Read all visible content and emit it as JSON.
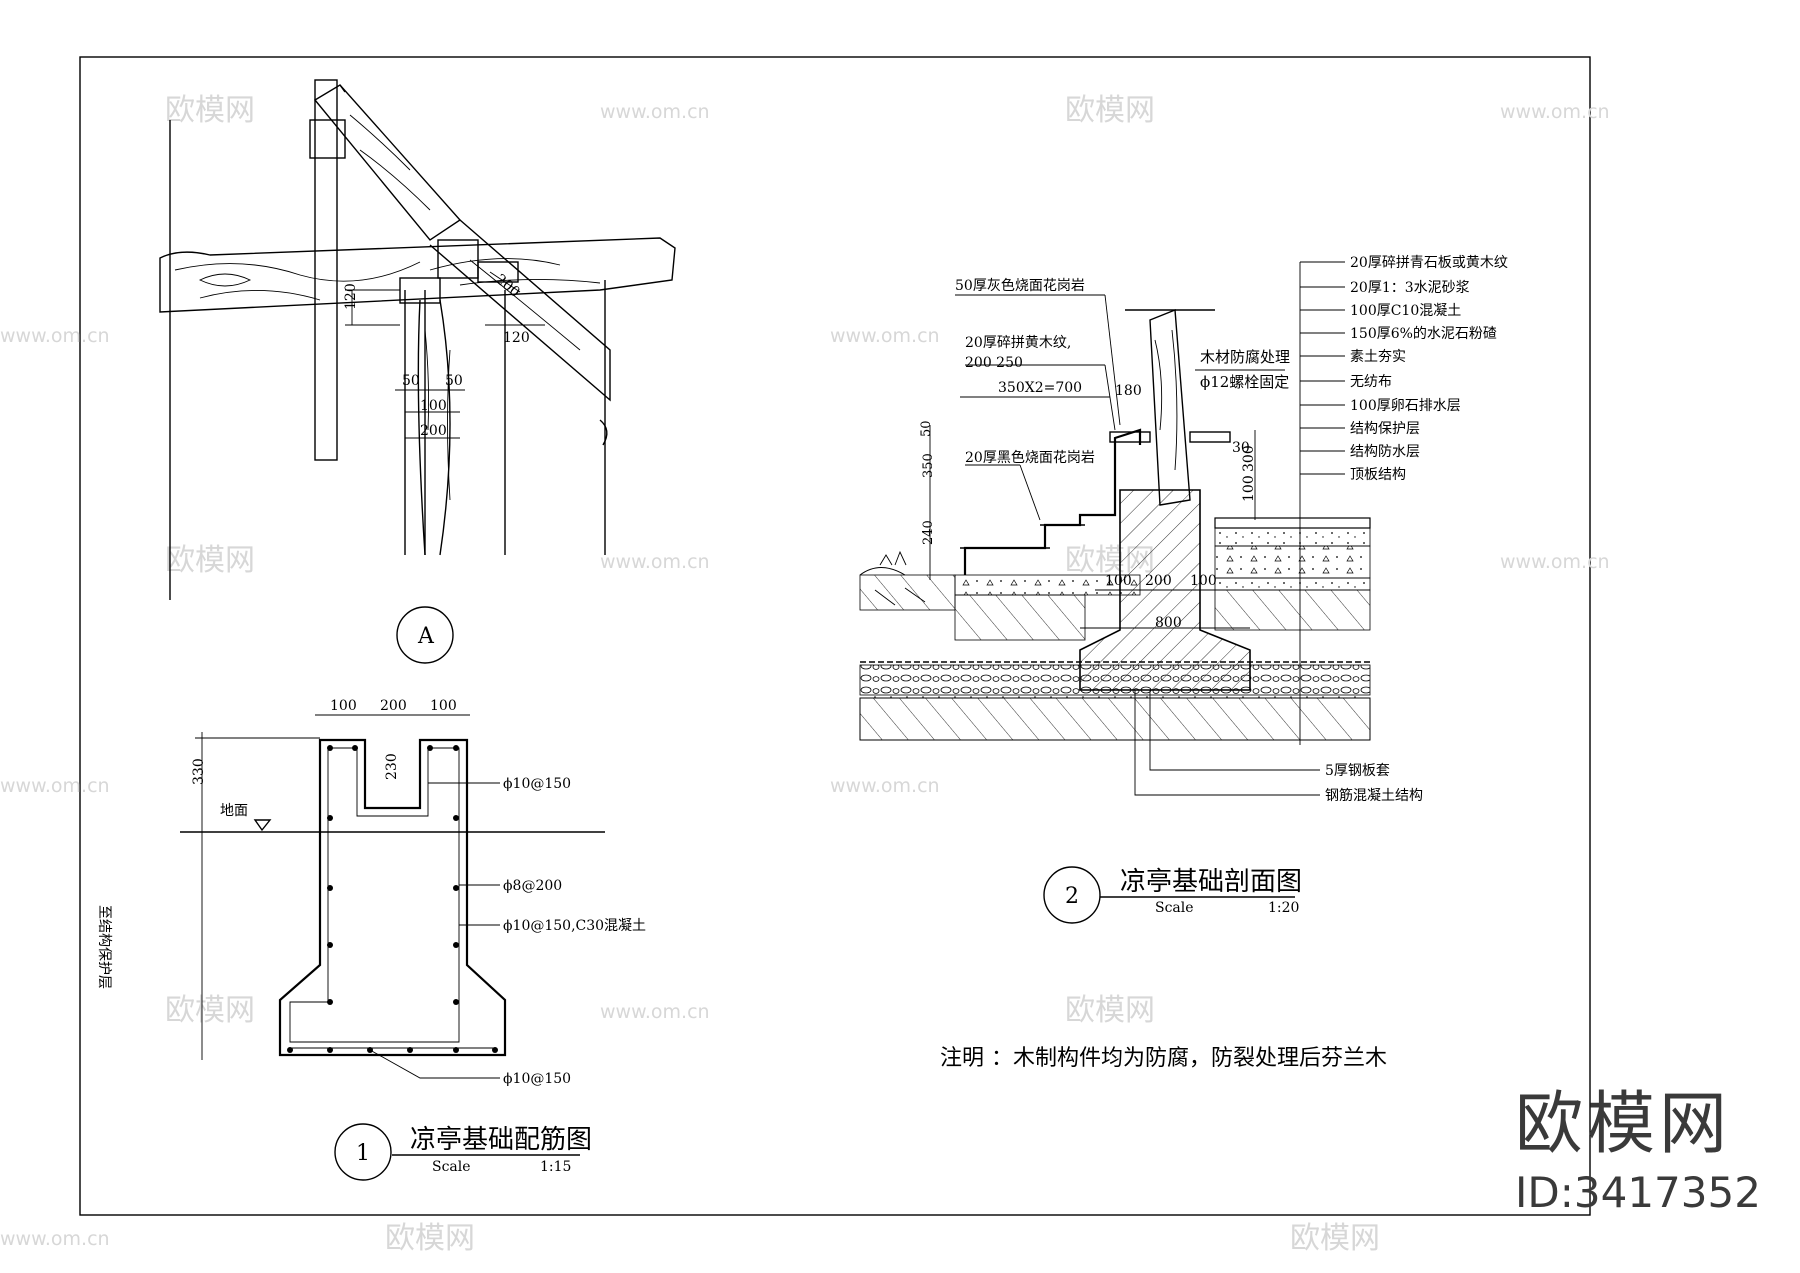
{
  "watermark": {
    "brand": "欧模网",
    "url": "www.om.cn",
    "id": "ID:3417352"
  },
  "detailA": {
    "label": "A",
    "dims": {
      "d120a": "120",
      "d200": "200",
      "d120b": "120",
      "d50a": "50",
      "d50b": "50",
      "d100": "100",
      "d200b": "200"
    }
  },
  "drawing1": {
    "number": "1",
    "title": "凉亭基础配筋图",
    "scale_label": "Scale",
    "scale": "1:15",
    "dims": {
      "top100a": "100",
      "top200": "200",
      "top100b": "100",
      "h330": "330",
      "h230": "230"
    },
    "ground": "地面",
    "side_note": "至结构保护层",
    "rebar": [
      "ϕ10@150",
      "ϕ8@200",
      "ϕ10@150,C30混凝土",
      "ϕ10@150"
    ]
  },
  "drawing2": {
    "number": "2",
    "title": "凉亭基础剖面图",
    "scale_label": "Scale",
    "scale": "1:20",
    "layers": [
      "20厚碎拼青石板或黄木纹",
      "20厚1：3水泥砂浆",
      "100厚C10混凝土",
      "150厚6%的水泥石粉碴",
      "素土夯实",
      "无纺布",
      "100厚卵石排水层",
      "结构保护层",
      "结构防水层",
      "顶板结构"
    ],
    "left_labels": {
      "granite_gray": "50厚灰色烧面花岗岩",
      "yellow_stone": "20厚碎拼黄木纹,",
      "yellow_stone_size": "200 250",
      "step_size": "350X2=700",
      "granite_black": "20厚黑色烧面花岗岩"
    },
    "wood_labels": {
      "treat": "木材防腐处理",
      "bolt": "ϕ12螺栓固定"
    },
    "dims": {
      "d180": "180",
      "d50": "50",
      "d350": "350",
      "d240": "240",
      "d30": "30",
      "d300": "300",
      "d100v": "100",
      "b100a": "100",
      "b200": "200",
      "b100b": "100",
      "b800": "800"
    },
    "bottom_labels": [
      "5厚钢板套",
      "钢筋混凝土结构"
    ]
  },
  "note": "注明 ：木制构件均为防腐，防裂处理后芬兰木"
}
